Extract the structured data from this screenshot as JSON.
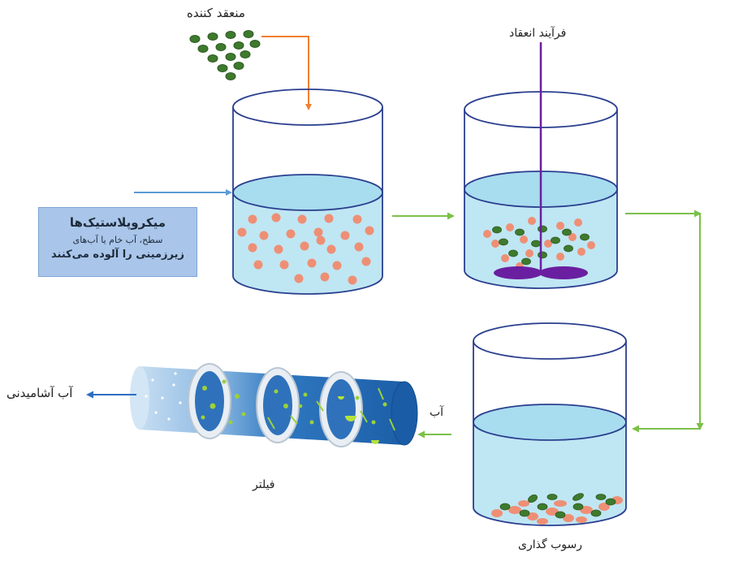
{
  "labels": {
    "coagulant": "منعقد کننده",
    "coagulation_process": "فرآیند انعقاد",
    "sedimentation": "رسوب گذاری",
    "water": "آب",
    "filter": "فیلتر",
    "drinking_water": "آب آشامیدنی"
  },
  "info_box": {
    "title": "میکروپلاستیک‌ها",
    "line1": "سطح، آب خام یا آب‌های",
    "line2": "زیرزمینی را آلوده می‌کنند"
  },
  "colors": {
    "water": "#bfe6f3",
    "microplastic": "#ee8f75",
    "coagulant": "#3e7a2e",
    "flow_arrow": "#7cc04a",
    "coagulant_arrow": "#f08030",
    "inflow_arrow": "#5b9bd5",
    "stirrer": "#6a1fa0",
    "filter_dark": "#1f66b0",
    "filter_light": "#a9cdea"
  }
}
